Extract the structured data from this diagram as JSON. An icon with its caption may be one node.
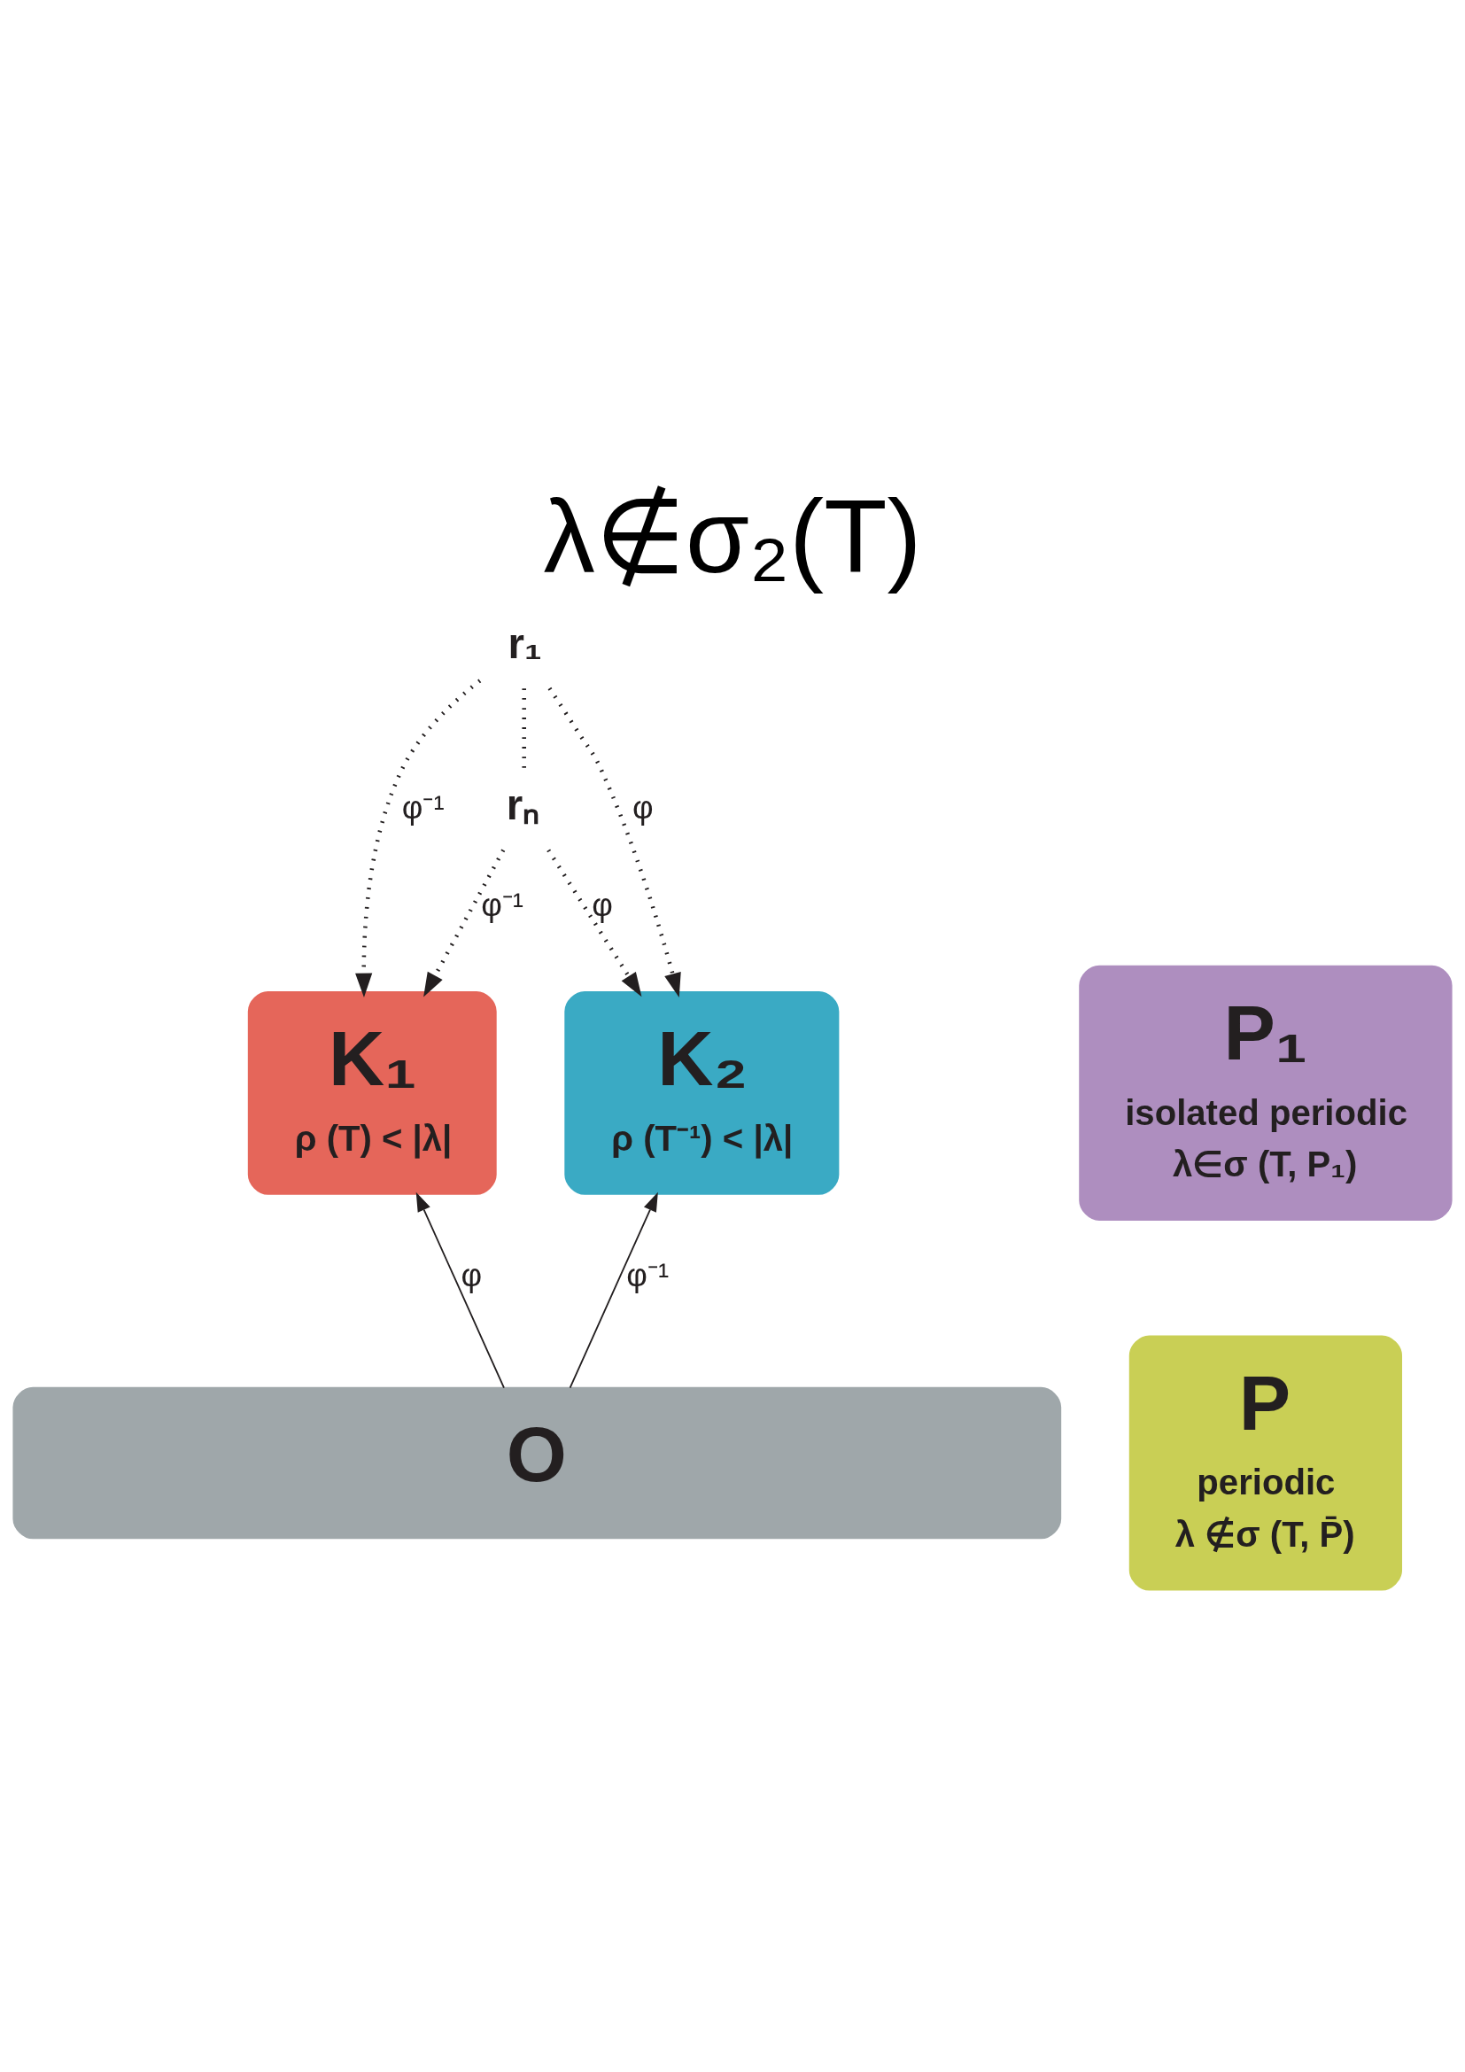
{
  "diagram": {
    "title": "λ∉σ₂(T)",
    "nodes": [
      {
        "text": [
          "r₁"
        ]
      },
      {
        "text": [
          "rₙ"
        ]
      },
      {
        "text": [
          "K₁",
          "ρ (T) < |λ|"
        ]
      },
      {
        "text": [
          "P₁",
          "isolated periodic",
          "λ∈σ (T, P₁)"
        ]
      },
      {
        "text": [
          "K₂",
          "ρ (T⁻¹) < |λ|"
        ]
      },
      {
        "text": [
          "P",
          "periodic",
          "λ ∉σ (T, P̄)"
        ]
      },
      {
        "text": [
          "O"
        ]
      }
    ],
    "edges": [
      {
        "from": 0,
        "to": 1,
        "arrow": "none",
        "style": "dashed"
      },
      {
        "from": 0,
        "to": 2,
        "arrow": "to",
        "style": "dashed",
        "label": "φ⁻¹"
      },
      {
        "from": 0,
        "to": 4,
        "arrow": "to",
        "style": "dashed",
        "label": "φ"
      },
      {
        "from": 1,
        "to": 2,
        "arrow": "to",
        "style": "dashed",
        "label": "φ⁻¹"
      },
      {
        "from": 1,
        "to": 4,
        "arrow": "to",
        "style": "dashed",
        "label": "φ"
      },
      {
        "from": 6,
        "to": 2,
        "arrow": "to",
        "label": "φ"
      },
      {
        "from": 6,
        "to": 4,
        "arrow": "to",
        "label": "φ⁻¹"
      }
    ]
  }
}
